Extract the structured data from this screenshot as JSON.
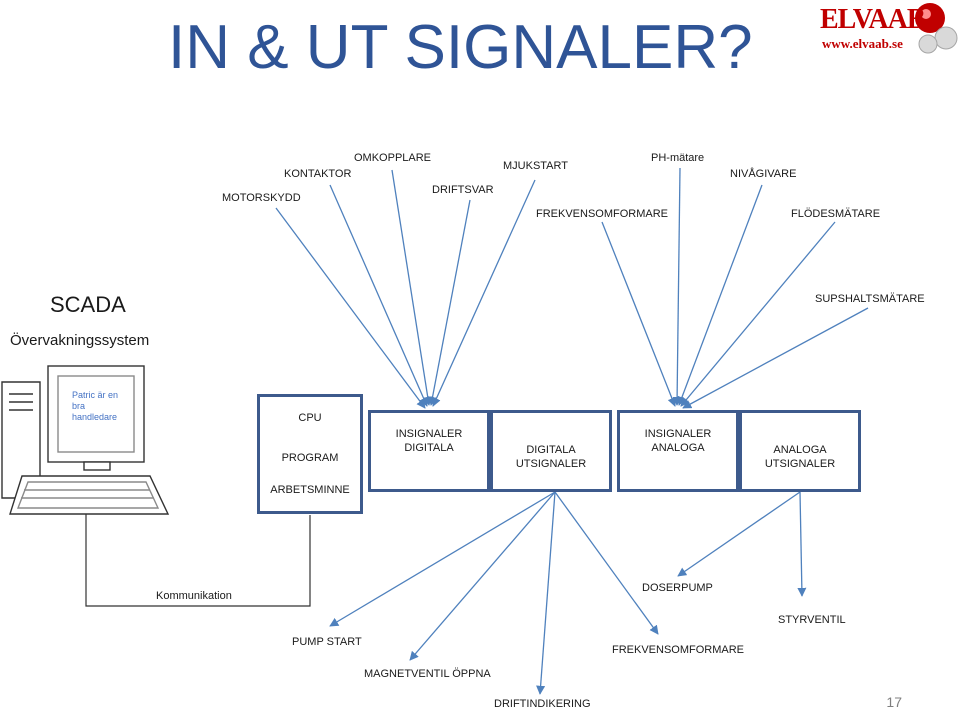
{
  "title": "IN & UT SIGNALER?",
  "logo": {
    "name": "ELVAAB",
    "url": "www.elvaab.se",
    "colors": {
      "red": "#c00000",
      "ball": "#d9d9d9"
    }
  },
  "field_devices": {
    "motorskydd": "MOTORSKYDD",
    "kontaktor": "KONTAKTOR",
    "omkopplare": "OMKOPPLARE",
    "driftsvar": "DRIFTSVAR",
    "mjukstart": "MJUKSTART",
    "ph_matare": "PH-mätare",
    "frekvensomformare": "FREKVENSOMFORMARE",
    "nivagivare": "NIVÅGIVARE",
    "flodesmatare": "FLÖDESMÄTARE",
    "supshaltsmatare": "SUPSHALTSMÄTARE"
  },
  "scada": {
    "title": "SCADA",
    "subtitle": "Övervakningssystem",
    "screen_text": [
      "Patric är en",
      "bra",
      "handledare"
    ]
  },
  "plc": {
    "cpu_box": {
      "line1": "CPU",
      "line2": "PROGRAM",
      "line3": "ARBETSMINNE"
    },
    "insignaler_digitala": [
      "INSIGNALER",
      "DIGITALA"
    ],
    "digitala_utsignaler": [
      "DIGITALA",
      "UTSIGNALER"
    ],
    "insignaler_analoga": [
      "INSIGNALER",
      "ANALOGA"
    ],
    "analoga_utsignaler": [
      "ANALOGA",
      "UTSIGNALER"
    ]
  },
  "outputs": {
    "kommunikation": "Kommunikation",
    "pump_start": "PUMP START",
    "magnetventil": "MAGNETVENTIL ÖPPNA",
    "driftindikering": "DRIFTINDIKERING",
    "doserpump": "DOSERPUMP",
    "styrventil": "STYRVENTIL",
    "frekvensomformare": "FREKVENSOMFORMARE"
  },
  "colors": {
    "title": "#2f5496",
    "lines": "#4f81bd",
    "box_border": "#3d5a8c"
  },
  "page_number": "17"
}
